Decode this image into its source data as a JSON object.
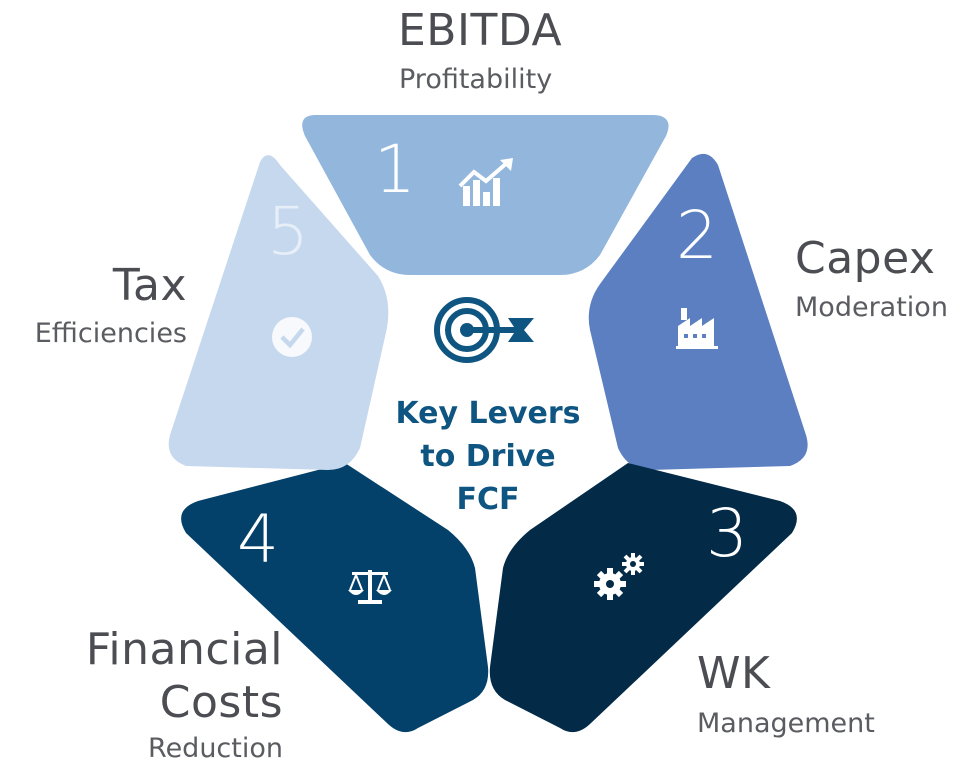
{
  "center": {
    "title_lines": [
      "Key Levers",
      "to Drive",
      "FCF"
    ],
    "icon": "target-arrow-icon"
  },
  "levers": [
    {
      "number": "1",
      "title": "EBITDA",
      "subtitle": "Profitability",
      "icon": "growth-chart-icon",
      "color": "#93b6dd",
      "number_color": "#ffffff"
    },
    {
      "number": "2",
      "title": "Capex",
      "subtitle": "Moderation",
      "icon": "factory-icon",
      "color": "#5b7fc1",
      "number_color": "#ffffff"
    },
    {
      "number": "3",
      "title": "WK",
      "subtitle": "Management",
      "icon": "gears-icon",
      "color": "#032b47",
      "number_color": "#ffffff"
    },
    {
      "number": "4",
      "title_lines": [
        "Financial",
        "Costs"
      ],
      "subtitle": "Reduction",
      "icon": "scales-icon",
      "color": "#04416a",
      "number_color": "#ffffff"
    },
    {
      "number": "5",
      "title": "Tax",
      "subtitle": "Efficiencies",
      "icon": "checkmark-icon",
      "color": "#c6d8ee",
      "number_color": "#ffffff"
    }
  ]
}
